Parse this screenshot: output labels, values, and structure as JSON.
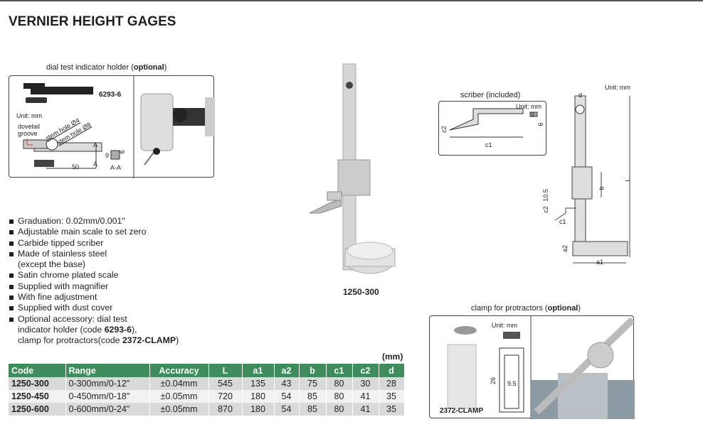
{
  "title": "VERNIER HEIGHT GAGES",
  "dial_holder": {
    "caption": "dial test indicator holder (",
    "caption_bold": "optional",
    "caption_end": ")",
    "code": "6293-6",
    "unit": "Unit: mm",
    "dovetail": "dovetail",
    "groove": "groove",
    "stem4": "stem hole Ø4",
    "stem8": "stem hole Ø8",
    "dim_50": "50",
    "dim_9a": "9",
    "dim_9b": "9",
    "section_a": "A",
    "section_aa": "A-A"
  },
  "features": [
    {
      "text": "Graduation: 0.02mm/0.001\""
    },
    {
      "text": "Adjustable main scale to set zero"
    },
    {
      "text": "Carbide tipped scriber"
    },
    {
      "text": "Made of stainless steel"
    },
    {
      "text": "(except the base)",
      "continuation": true
    },
    {
      "text": "Satin chrome plated scale"
    },
    {
      "text": "Supplied with magnifier"
    },
    {
      "text": "With fine adjustment"
    },
    {
      "text": "Supplied with dust cover"
    },
    {
      "text": "Optional accessory: dial test"
    }
  ],
  "feature_tail": {
    "line1_pre": "indicator holder (code ",
    "line1_bold": "6293-6",
    "line1_post": "),",
    "line2_pre": "clamp for protractors(code ",
    "line2_bold": "2372-CLAMP",
    "line2_post": ")"
  },
  "product_label": "1250-300",
  "scriber": {
    "caption": "scriber (included)",
    "unit": "Unit: mm",
    "c1": "c1",
    "c2": "c2",
    "dim9a": "9",
    "dim9b": "9"
  },
  "diagram": {
    "unit": "Unit: mm",
    "d": "d",
    "L": "L",
    "b": "b",
    "dim105": "10.5",
    "c2": "c2",
    "c1": "c1",
    "a2": "a2",
    "a1": "a1"
  },
  "clamp": {
    "caption": "clamp for protractors (",
    "caption_bold": "optional",
    "caption_end": ")",
    "unit": "Unit: mm",
    "dim26": "26",
    "dim95": "9.5",
    "code": "2372-CLAMP"
  },
  "table": {
    "unit": "(mm)",
    "headers": [
      "Code",
      "Range",
      "Accuracy",
      "L",
      "a1",
      "a2",
      "b",
      "c1",
      "c2",
      "d"
    ],
    "rows": [
      [
        "1250-300",
        "0-300mm/0-12\"",
        "±0.04mm",
        "545",
        "135",
        "43",
        "75",
        "80",
        "30",
        "28"
      ],
      [
        "1250-450",
        "0-450mm/0-18\"",
        "±0.05mm",
        "720",
        "180",
        "54",
        "85",
        "80",
        "41",
        "35"
      ],
      [
        "1250-600",
        "0-600mm/0-24\"",
        "±0.05mm",
        "870",
        "180",
        "54",
        "85",
        "80",
        "41",
        "35"
      ]
    ],
    "header_color": "#3e8b5b"
  }
}
